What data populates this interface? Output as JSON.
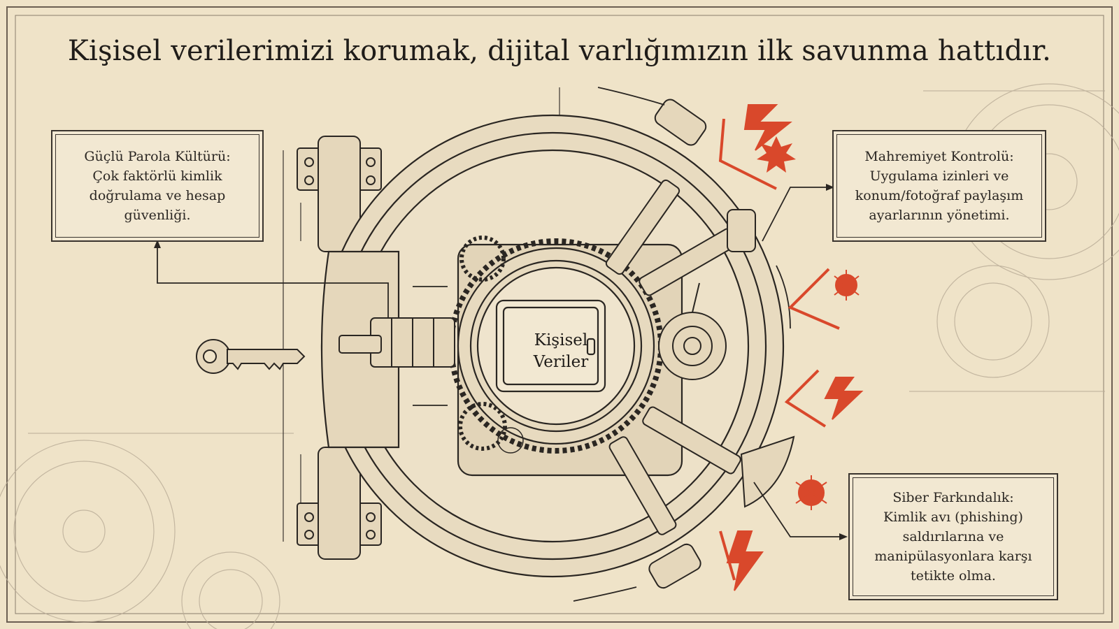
{
  "title": "Kişisel verilerimizi korumak, dijital varlığımızın ilk savunma hattıdır.",
  "vault": {
    "line1": "Kişisel",
    "line2": "Veriler"
  },
  "callouts": {
    "password": {
      "lines": [
        "Güçlü Parola Kültürü:",
        "Çok faktörlü kimlik",
        "doğrulama ve hesap",
        "güvenliği."
      ]
    },
    "privacy": {
      "lines": [
        "Mahremiyet Kontrolü:",
        "Uygulama izinleri ve",
        "konum/fotoğraf paylaşım",
        "ayarlarının yönetimi."
      ]
    },
    "awareness": {
      "lines": [
        "Siber Farkındalık:",
        "Kimlik avı (phishing)",
        "saldırılarına ve",
        "manipülasyonlara karşı",
        "tetikte olma."
      ]
    }
  },
  "icons": [
    "key-icon",
    "vault-door-icon",
    "gear-icon",
    "lightning-bolt-icon",
    "virus-bug-icon",
    "explosion-icon"
  ],
  "colors": {
    "paper": "#efe3c8",
    "ink": "#2a2622",
    "threat": "#d9482b"
  }
}
